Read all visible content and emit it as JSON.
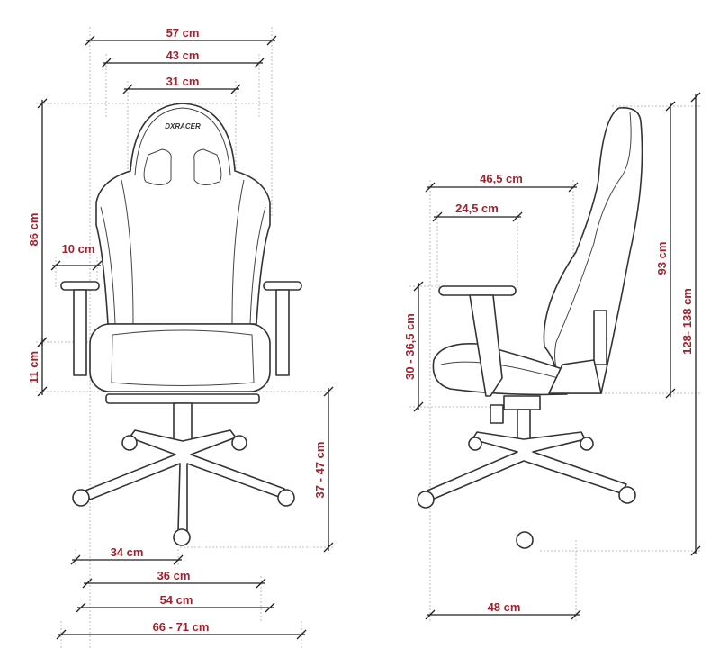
{
  "diagram": {
    "front_view": {
      "dimensions": {
        "overall_width": "57 cm",
        "backrest_width": "43 cm",
        "inner_back_width": "31 cm",
        "backrest_height": "86 cm",
        "armrest_width": "10 cm",
        "armrest_height": "11 cm",
        "seat_height": "37 - 47 cm",
        "base_inner": "34 cm",
        "seat_width": "36 cm",
        "seat_outer": "54 cm",
        "base_width": "66 - 71 cm"
      },
      "logo": "DXRACER"
    },
    "side_view": {
      "dimensions": {
        "seat_depth": "46,5 cm",
        "armrest_length": "24,5 cm",
        "armrest_height": "30 - 36,5 cm",
        "backrest_height": "93 cm",
        "total_height": "128- 138 cm",
        "base_depth": "48 cm"
      }
    },
    "colors": {
      "label": "#a1232f",
      "line": "#222222"
    }
  }
}
